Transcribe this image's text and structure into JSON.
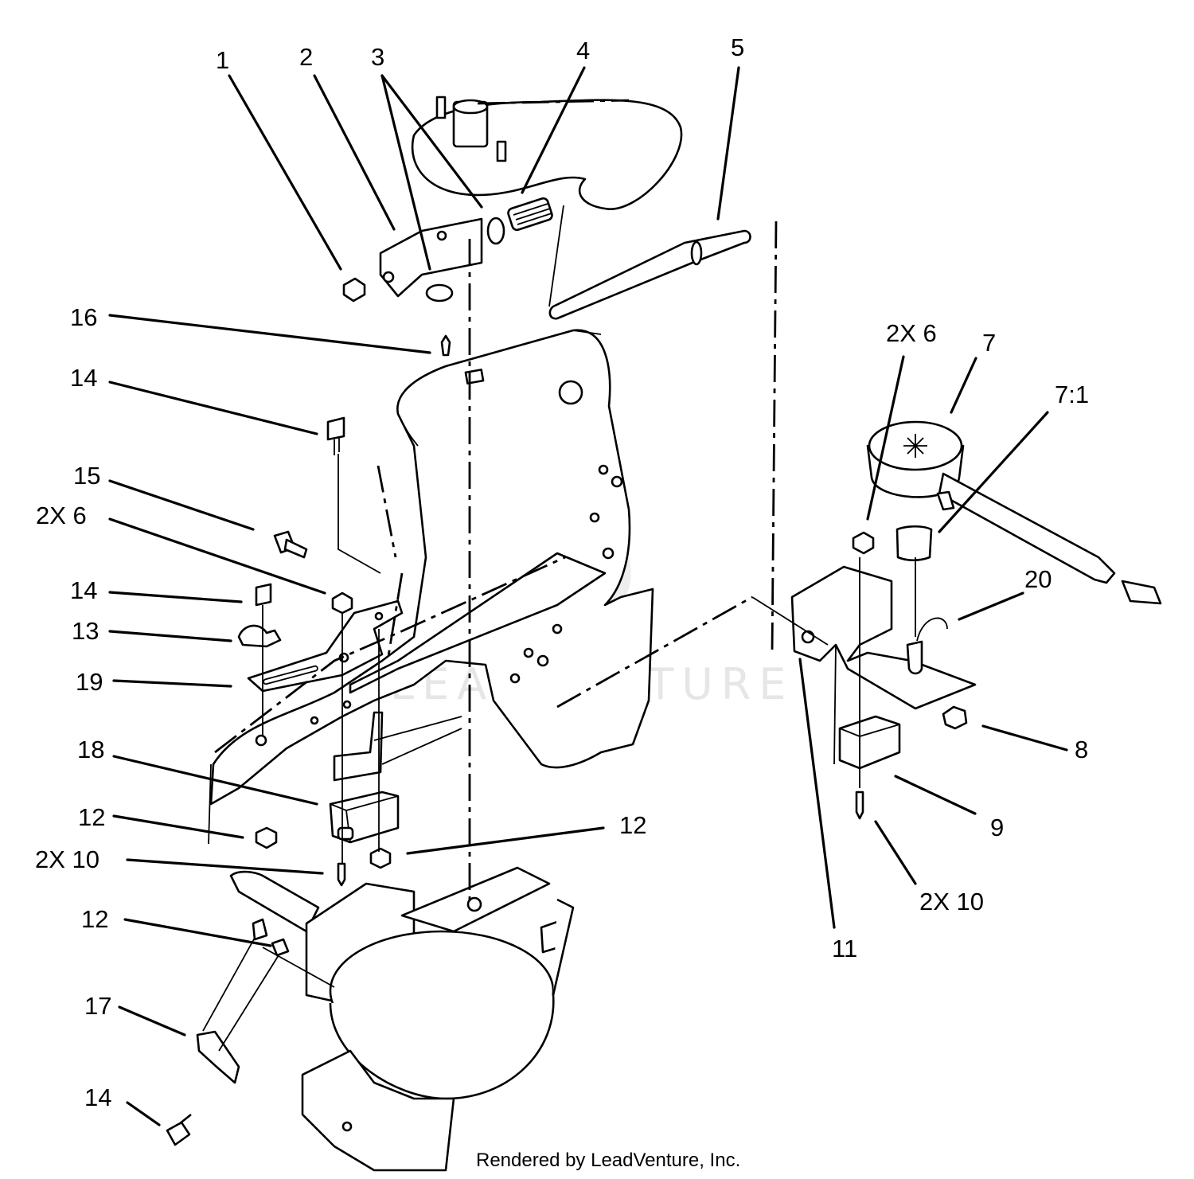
{
  "diagram": {
    "callouts": [
      "1",
      "2",
      "3",
      "4",
      "5",
      "16",
      "14",
      "15",
      "2X 6",
      "14",
      "13",
      "19",
      "18",
      "12",
      "12",
      "2X 10",
      "12",
      "17",
      "14",
      "2X 6",
      "7",
      "7:1",
      "20",
      "8",
      "9",
      "2X 10",
      "11"
    ],
    "watermark": "LEADVENTURE",
    "credit": "Rendered by LeadVenture, Inc."
  }
}
